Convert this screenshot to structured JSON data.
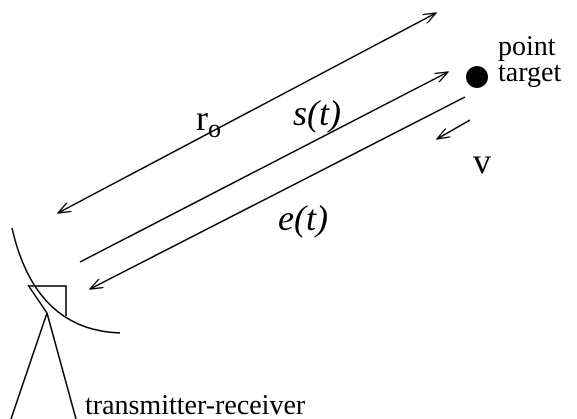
{
  "labels": {
    "r0_main": "r",
    "r0_sub": "o",
    "transmitted_signal": "s(t)",
    "echo_signal": "e(t)",
    "target_line1": "point",
    "target_line2": "target",
    "velocity": "v",
    "transmitter": "transmitter-receiver"
  }
}
